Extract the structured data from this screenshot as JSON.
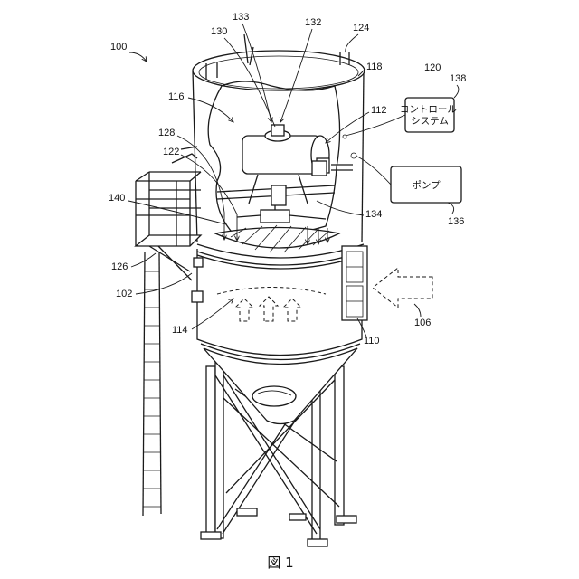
{
  "boxes": {
    "control_system": "コントロール\nシステム",
    "pump": "ポンプ"
  },
  "labels": {
    "r100": "100",
    "r133": "133",
    "r130": "130",
    "r132": "132",
    "r124": "124",
    "r118": "118",
    "r120": "120",
    "r138": "138",
    "r116": "116",
    "r112": "112",
    "r128": "128",
    "r122": "122",
    "r140": "140",
    "r134": "134",
    "r136": "136",
    "r126": "126",
    "r102": "102",
    "r106": "106",
    "r114": "114",
    "r110": "110"
  },
  "caption": "図 1"
}
